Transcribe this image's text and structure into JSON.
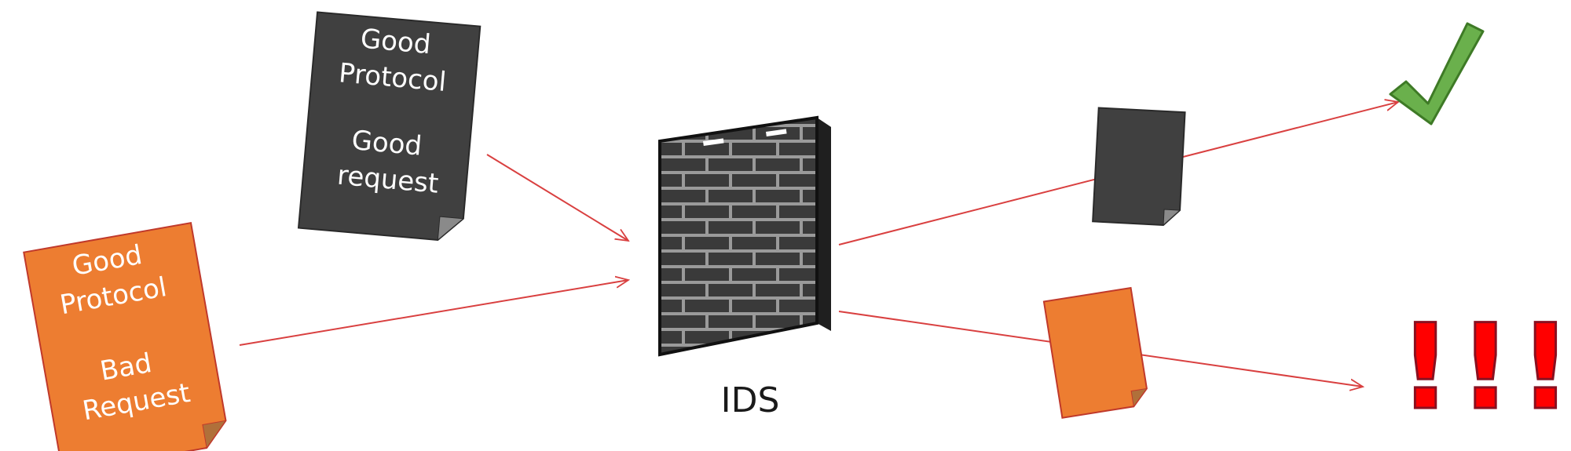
{
  "diagram": {
    "good_document": {
      "line1": "Good",
      "line2": "Protocol",
      "line3": "Good",
      "line4": "request",
      "color": "#404040"
    },
    "bad_document": {
      "line1": "Good",
      "line2": "Protocol",
      "line3": "Bad",
      "line4": "Request",
      "color": "#ed7d31"
    },
    "ids": {
      "label": "IDS"
    },
    "outcomes": {
      "allowed_icon": "checkmark-icon",
      "allowed_color": "#6ab04c",
      "alert_text": "!!!",
      "alert_color": "#ff0000"
    },
    "arrow_color": "#d94040"
  }
}
